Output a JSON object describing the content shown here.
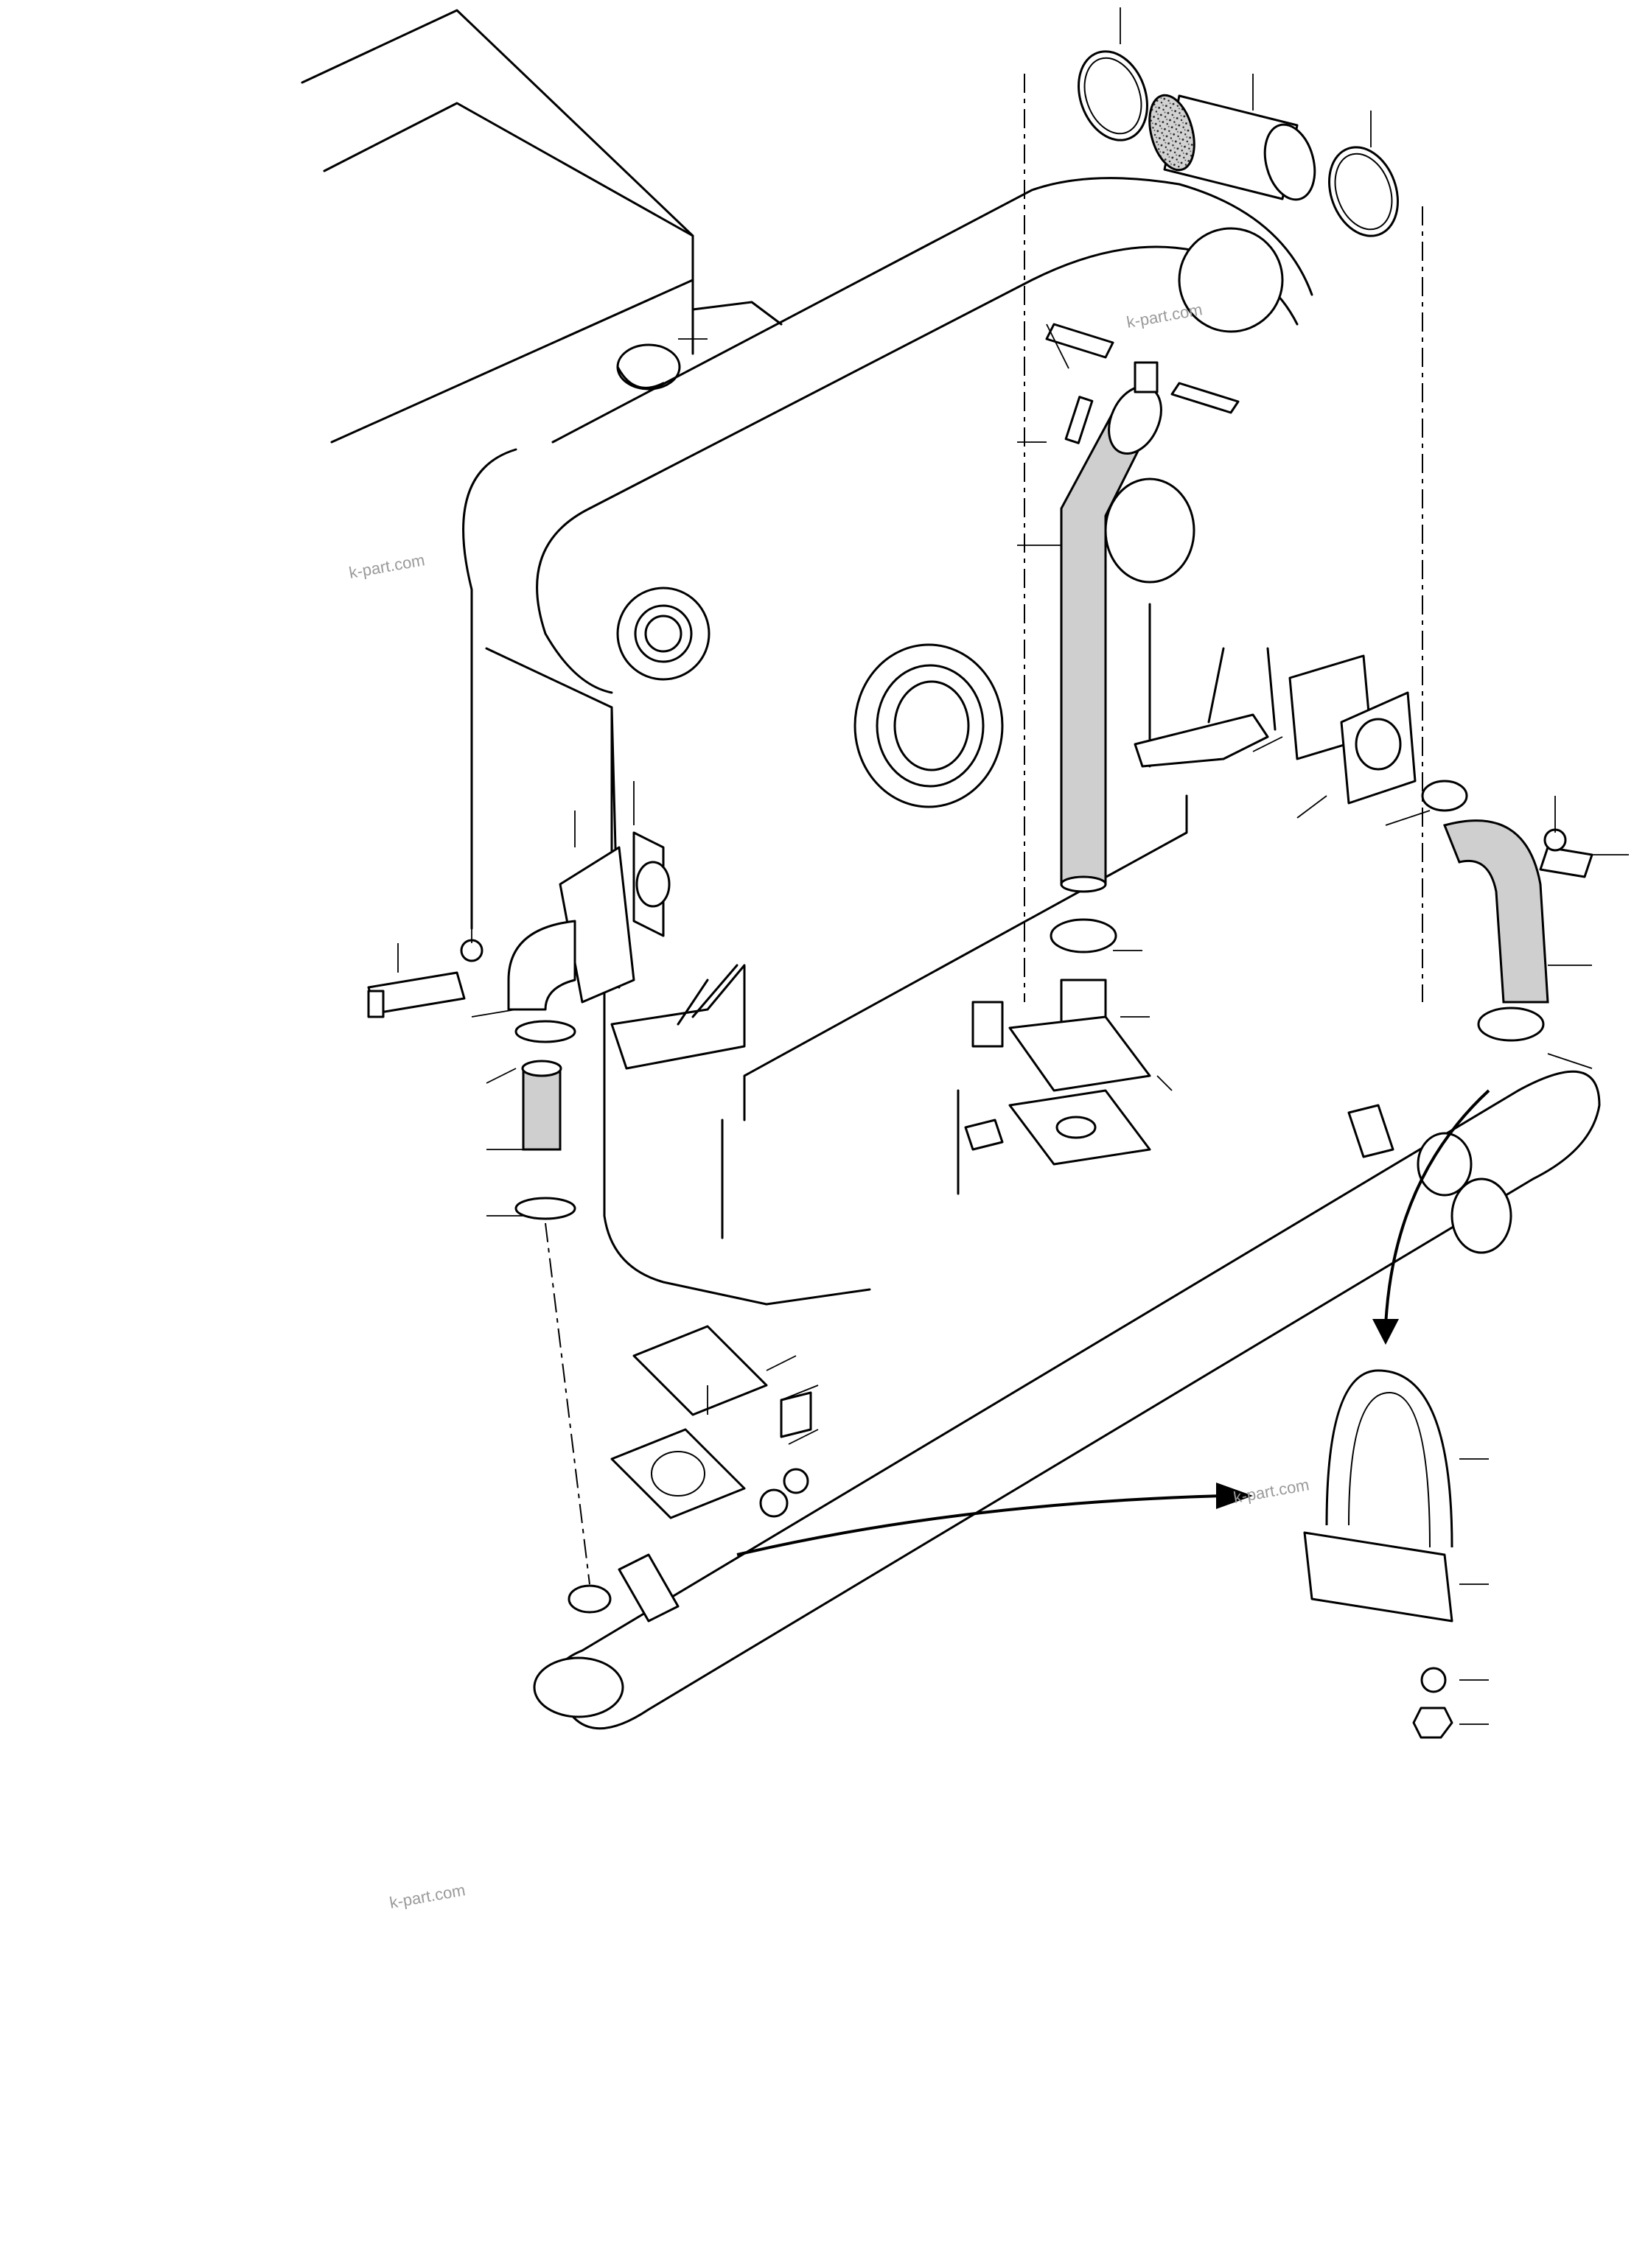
{
  "watermarks": [
    "k-part.com",
    "k-part.com",
    "k-part.com",
    "k-part.com"
  ],
  "colors": {
    "line": "#000000",
    "background": "#ffffff",
    "watermark": "#9a9a9a",
    "hose_fill": "#cfcfcf"
  }
}
